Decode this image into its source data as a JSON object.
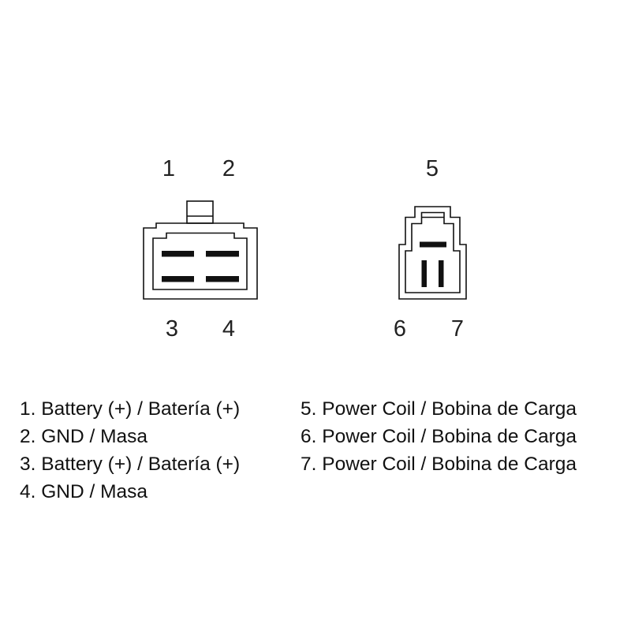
{
  "pin_numbers": {
    "p1": "1",
    "p2": "2",
    "p3": "3",
    "p4": "4",
    "p5": "5",
    "p6": "6",
    "p7": "7"
  },
  "legend_left": [
    "1. Battery (+) / Batería (+)",
    "2. GND / Masa",
    "3. Battery (+) / Batería (+)",
    "4. GND / Masa"
  ],
  "legend_right": [
    "5. Power Coil / Bobina de Carga",
    "6. Power Coil / Bobina de Carga",
    "7. Power Coil / Bobina de Carga"
  ],
  "colors": {
    "line": "#111111",
    "background": "#ffffff"
  }
}
